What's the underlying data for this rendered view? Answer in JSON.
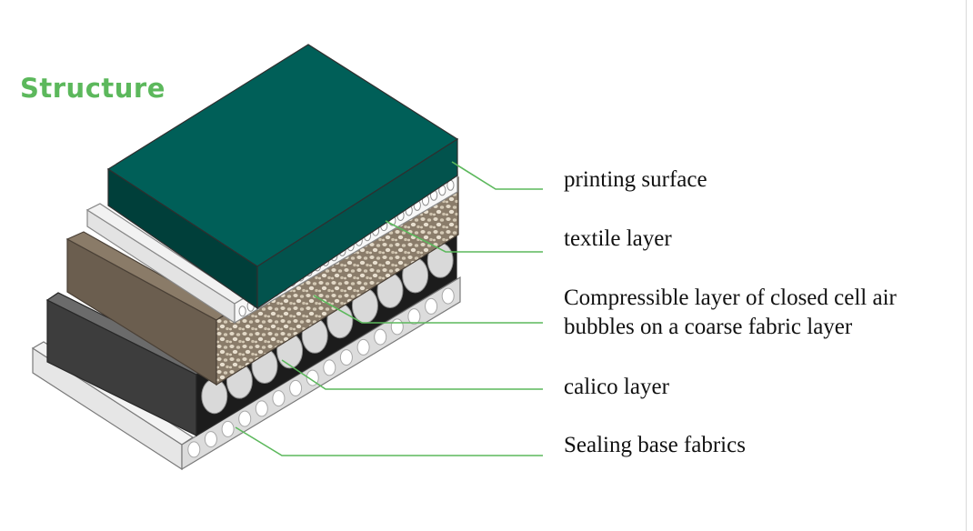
{
  "title": "Structure",
  "colors": {
    "title": "#5cb85c",
    "leader": "#5cb85c",
    "printing_surface": "#005f58",
    "textile_layer": "#e6e6e6",
    "compressible_layer": "#6b5e4f",
    "calico_layer": "#3f3f3f",
    "sealing_base": "#ececec"
  },
  "layers": [
    {
      "id": "printing-surface",
      "label_lines": [
        "printing surface"
      ]
    },
    {
      "id": "textile-layer",
      "label_lines": [
        "textile layer"
      ]
    },
    {
      "id": "compressible-layer",
      "label_lines": [
        "Compressible layer of closed cell air",
        "bubbles on a coarse fabric layer"
      ]
    },
    {
      "id": "calico-layer",
      "label_lines": [
        "calico layer"
      ]
    },
    {
      "id": "sealing-base",
      "label_lines": [
        "Sealing base fabrics"
      ]
    }
  ]
}
